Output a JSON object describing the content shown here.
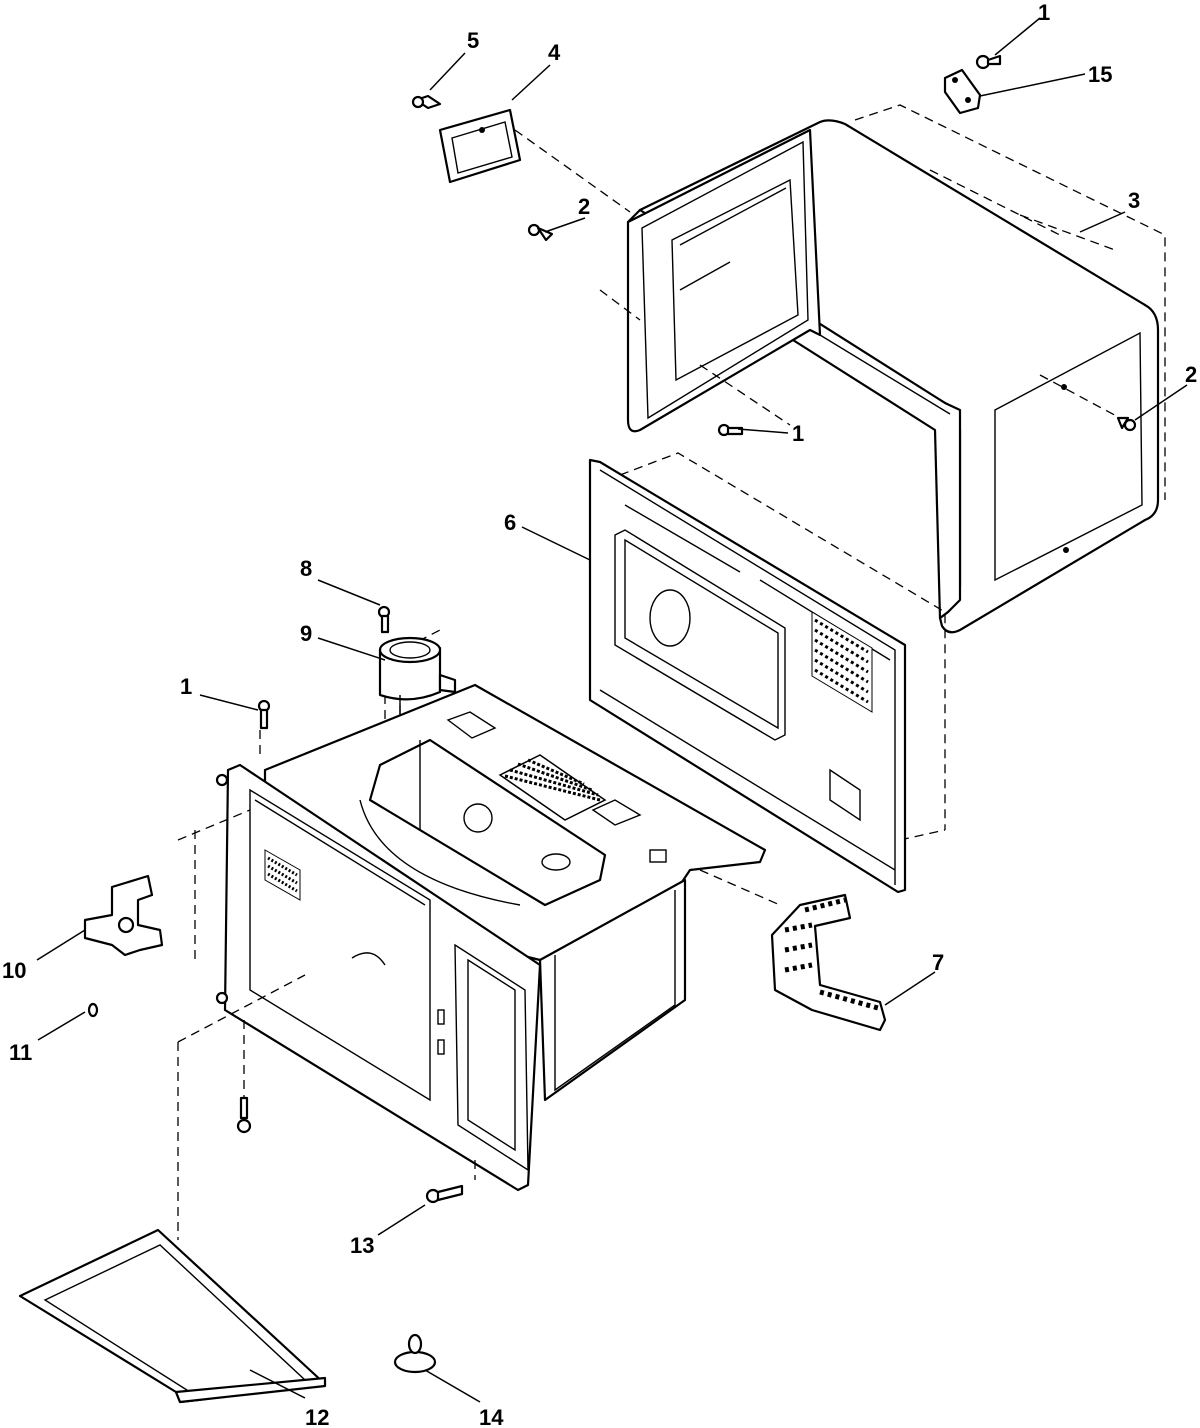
{
  "diagram": {
    "callouts": {
      "c1_top": "1",
      "c15": "15",
      "c5": "5",
      "c4": "4",
      "c2_left": "2",
      "c3": "3",
      "c2_right": "2",
      "c1_mid": "1",
      "c6": "6",
      "c8": "8",
      "c9": "9",
      "c1_left": "1",
      "c7": "7",
      "c10": "10",
      "c11": "11",
      "c13": "13",
      "c12": "12",
      "c14": "14"
    }
  }
}
